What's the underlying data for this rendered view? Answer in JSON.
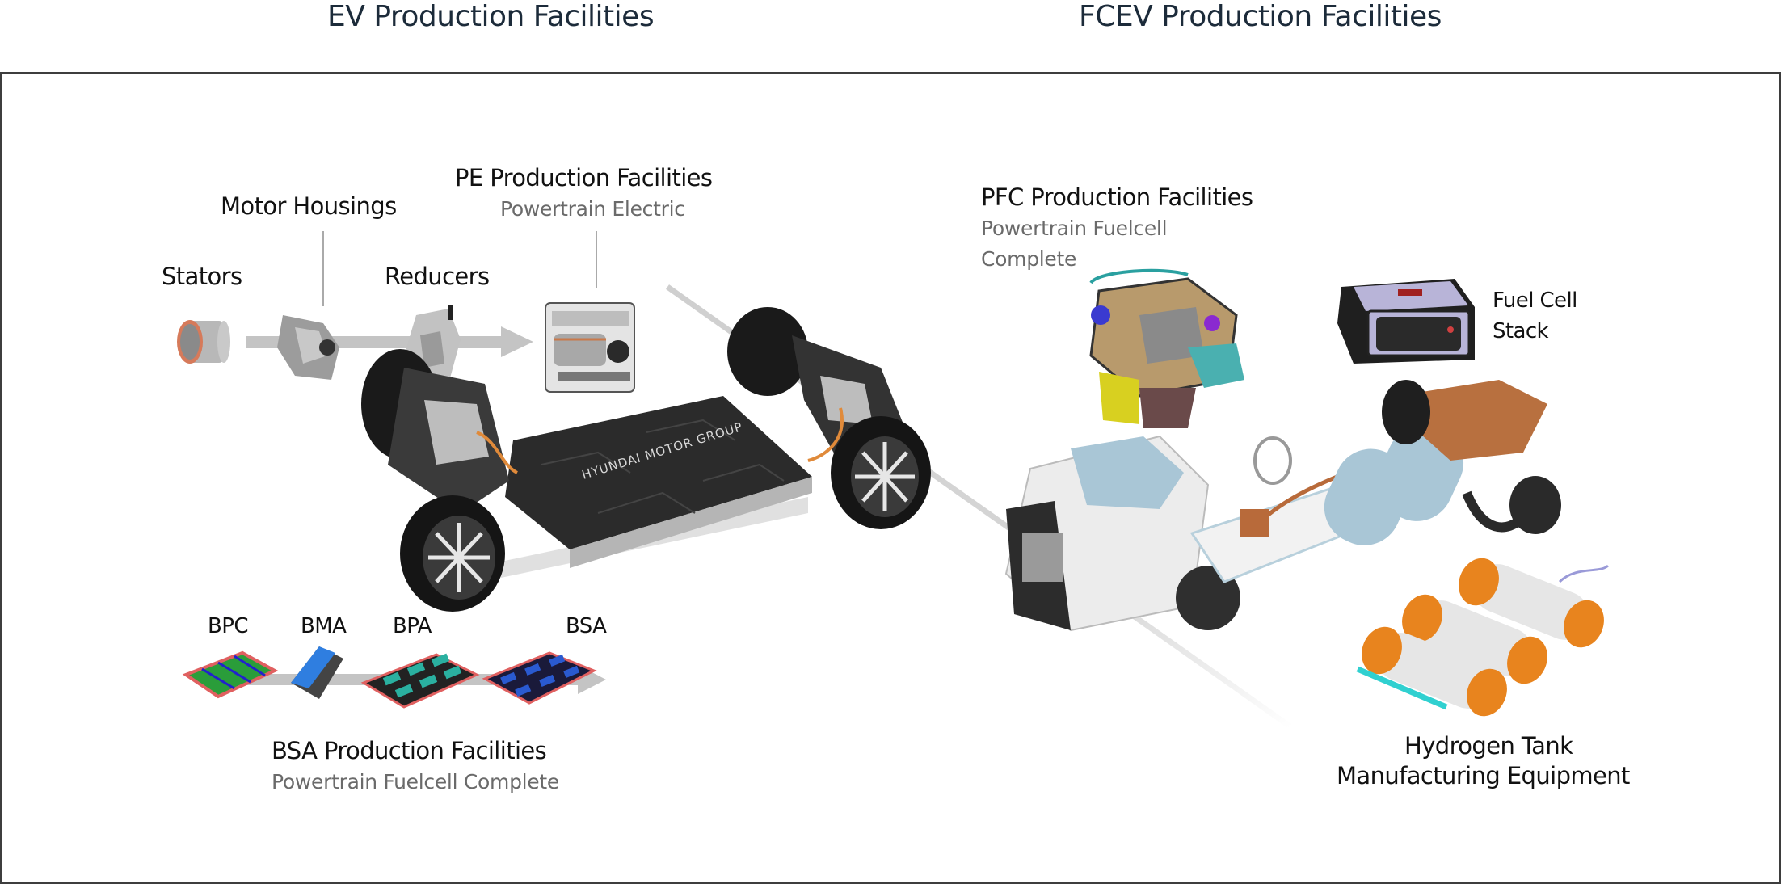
{
  "headers": {
    "ev": "EV Production Facilities",
    "fcev": "FCEV Production Facilities"
  },
  "ev": {
    "pe_flow": {
      "stators": "Stators",
      "motor_housings": "Motor Housings",
      "reducers": "Reducers",
      "pe_title": "PE Production Facilities",
      "pe_subtitle": "Powertrain Electric"
    },
    "chassis": {
      "battery_branding": "HYUNDAI MOTOR GROUP"
    },
    "bsa_flow": {
      "steps": [
        "BPC",
        "BMA",
        "BPA",
        "BSA"
      ],
      "title": "BSA Production Facilities",
      "subtitle": "Powertrain Fuelcell Complete"
    }
  },
  "fcev": {
    "pfc_title": "PFC Production Facilities",
    "pfc_subtitle_line1": "Powertrain Fuelcell",
    "pfc_subtitle_line2": "Complete",
    "fuel_cell_line1": "Fuel Cell",
    "fuel_cell_line2": "Stack",
    "hydrogen_line1": "Hydrogen Tank",
    "hydrogen_line2": "Manufacturing Equipment"
  },
  "colors": {
    "header": "#1c2b3a",
    "frame": "#3d3d3d",
    "arrow": "#c4c4c4",
    "subtitle": "#6a6a6a",
    "battery_cells": "#2a9b8f",
    "copper": "#b86a3a",
    "tank_cap": "#e8841e",
    "fuel_cell_casing": "#b8b4d8"
  }
}
